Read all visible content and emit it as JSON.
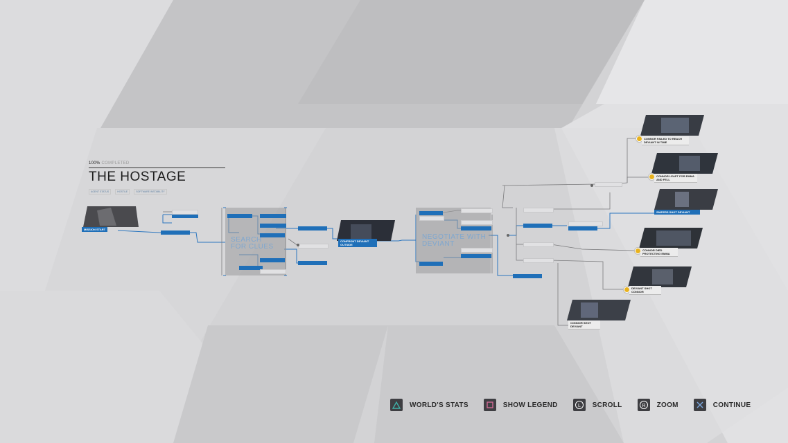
{
  "chapter": {
    "completion_percent": "100%",
    "completion_word": "COMPLETED",
    "title": "THE HOSTAGE",
    "sub_labels": [
      "AGENT STATUS",
      "HOSTILE",
      "SOFTWARE INSTABILITY"
    ]
  },
  "flowchart": {
    "start_label": "MISSION START",
    "search_label": "SEARCH FOR CLUES",
    "confront_label": "CONFRONT DEVIANT OUTSIDE",
    "negotiate_label": "NEGOTIATE WITH DEVIANT",
    "endings": [
      {
        "label": "CONNOR FAILED TO REACH DEVIANT IN TIME",
        "style": "white",
        "marker": "gold"
      },
      {
        "label": "CONNOR LEAPT FOR EMMA AND FELL",
        "style": "white",
        "marker": "gold"
      },
      {
        "label": "SNIPERS SHOT DEVIANT",
        "style": "blue",
        "marker": "none"
      },
      {
        "label": "CONNOR DIED PROTECTING EMMA",
        "style": "white",
        "marker": "gold"
      },
      {
        "label": "DEVIANT SHOT CONNOR",
        "style": "white",
        "marker": "gold"
      },
      {
        "label": "CONNOR SHOT DEVIANT",
        "style": "white",
        "marker": "none"
      }
    ]
  },
  "controls": [
    {
      "label": "WORLD'S STATS",
      "icon": "triangle-icon",
      "color": "#3fb0a8"
    },
    {
      "label": "SHOW LEGEND",
      "icon": "square-icon",
      "color": "#d06a94"
    },
    {
      "label": "SCROLL",
      "icon": "left-stick-icon",
      "color": "#ffffff"
    },
    {
      "label": "ZOOM",
      "icon": "r-stick-icon",
      "color": "#ffffff"
    },
    {
      "label": "CONTINUE",
      "icon": "cross-icon",
      "color": "#7aa8e0"
    }
  ],
  "colors": {
    "accent": "#1f6fb8",
    "marker": "#e8b21e",
    "background": "#cfcfd1"
  }
}
